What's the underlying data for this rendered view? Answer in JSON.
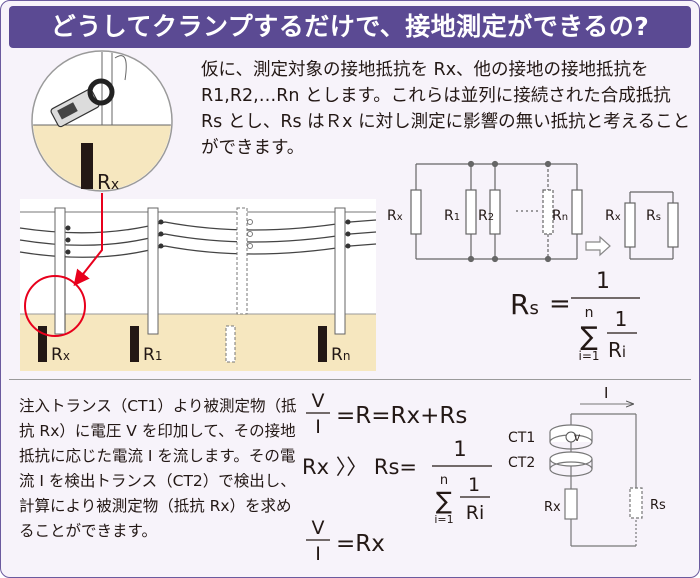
{
  "title": "どうしてクランプするだけで、接地測定ができるの?",
  "intro_text": "仮に、測定対象の接地抵抗を Rx、他の接地の接地抵抗を R1,R2,…Rn とします。これらは並列に接続された合成抵抗 Rs とし、Rs はＲx に対し測定に影響の無い抵抗と考えることができます。",
  "field_illustration": {
    "labels": {
      "rx_main": "R",
      "rx_main_sub": "x",
      "rx": "R",
      "rx_sub": "x",
      "r1": "R",
      "r1_sub": "1",
      "rn": "R",
      "rn_sub": "n"
    }
  },
  "parallel_circuit": {
    "labels": {
      "rx": "R",
      "rx_sub": "x",
      "r1": "R",
      "r1_sub": "1",
      "r2": "R",
      "r2_sub": "2",
      "rn": "R",
      "rn_sub": "n",
      "eq_rx": "R",
      "eq_rx_sub": "x",
      "eq_rs": "R",
      "eq_rs_sub": "s"
    }
  },
  "formula_rs": {
    "lhs": "R",
    "lhs_sub": "s",
    "eq": "=",
    "numerator": "1",
    "sum_top": "n",
    "sum_sigma": "∑",
    "sum_bottom": "i=1",
    "frac_num": "1",
    "frac_den": "R",
    "frac_den_sub": "i"
  },
  "measurement_text": "注入トランス（CT1）より被測定物（抵抗 Rx）に電圧 V を印加して、その接地抵抗に応じた電流 I を流します。その電流 I を検出トランス（CT2）で検出し、計算により被測定物（抵抗 Rx）を求めることができます。",
  "equations": {
    "eq1": {
      "v": "V",
      "i": "I",
      "rhs": "=R=Rx+Rs"
    },
    "eq2": {
      "lhs": "Rx 〉〉 Rs=",
      "num": "1",
      "sum_top": "n",
      "sigma": "∑",
      "sum_bottom": "i=1",
      "frac_num": "1",
      "frac_den": "Ri"
    },
    "eq3": {
      "v": "V",
      "i": "I",
      "rhs": "=Rx"
    }
  },
  "clamp_circuit": {
    "current": "I",
    "ct1": "CT1",
    "ct2": "CT2",
    "meter": "V",
    "rx": "Rx",
    "rs": "Rs"
  },
  "colors": {
    "title_bg": "#5b4a93",
    "ground": "#f6e7bf",
    "pointer": "#e8001c",
    "dashed": "#7a7a7a"
  }
}
